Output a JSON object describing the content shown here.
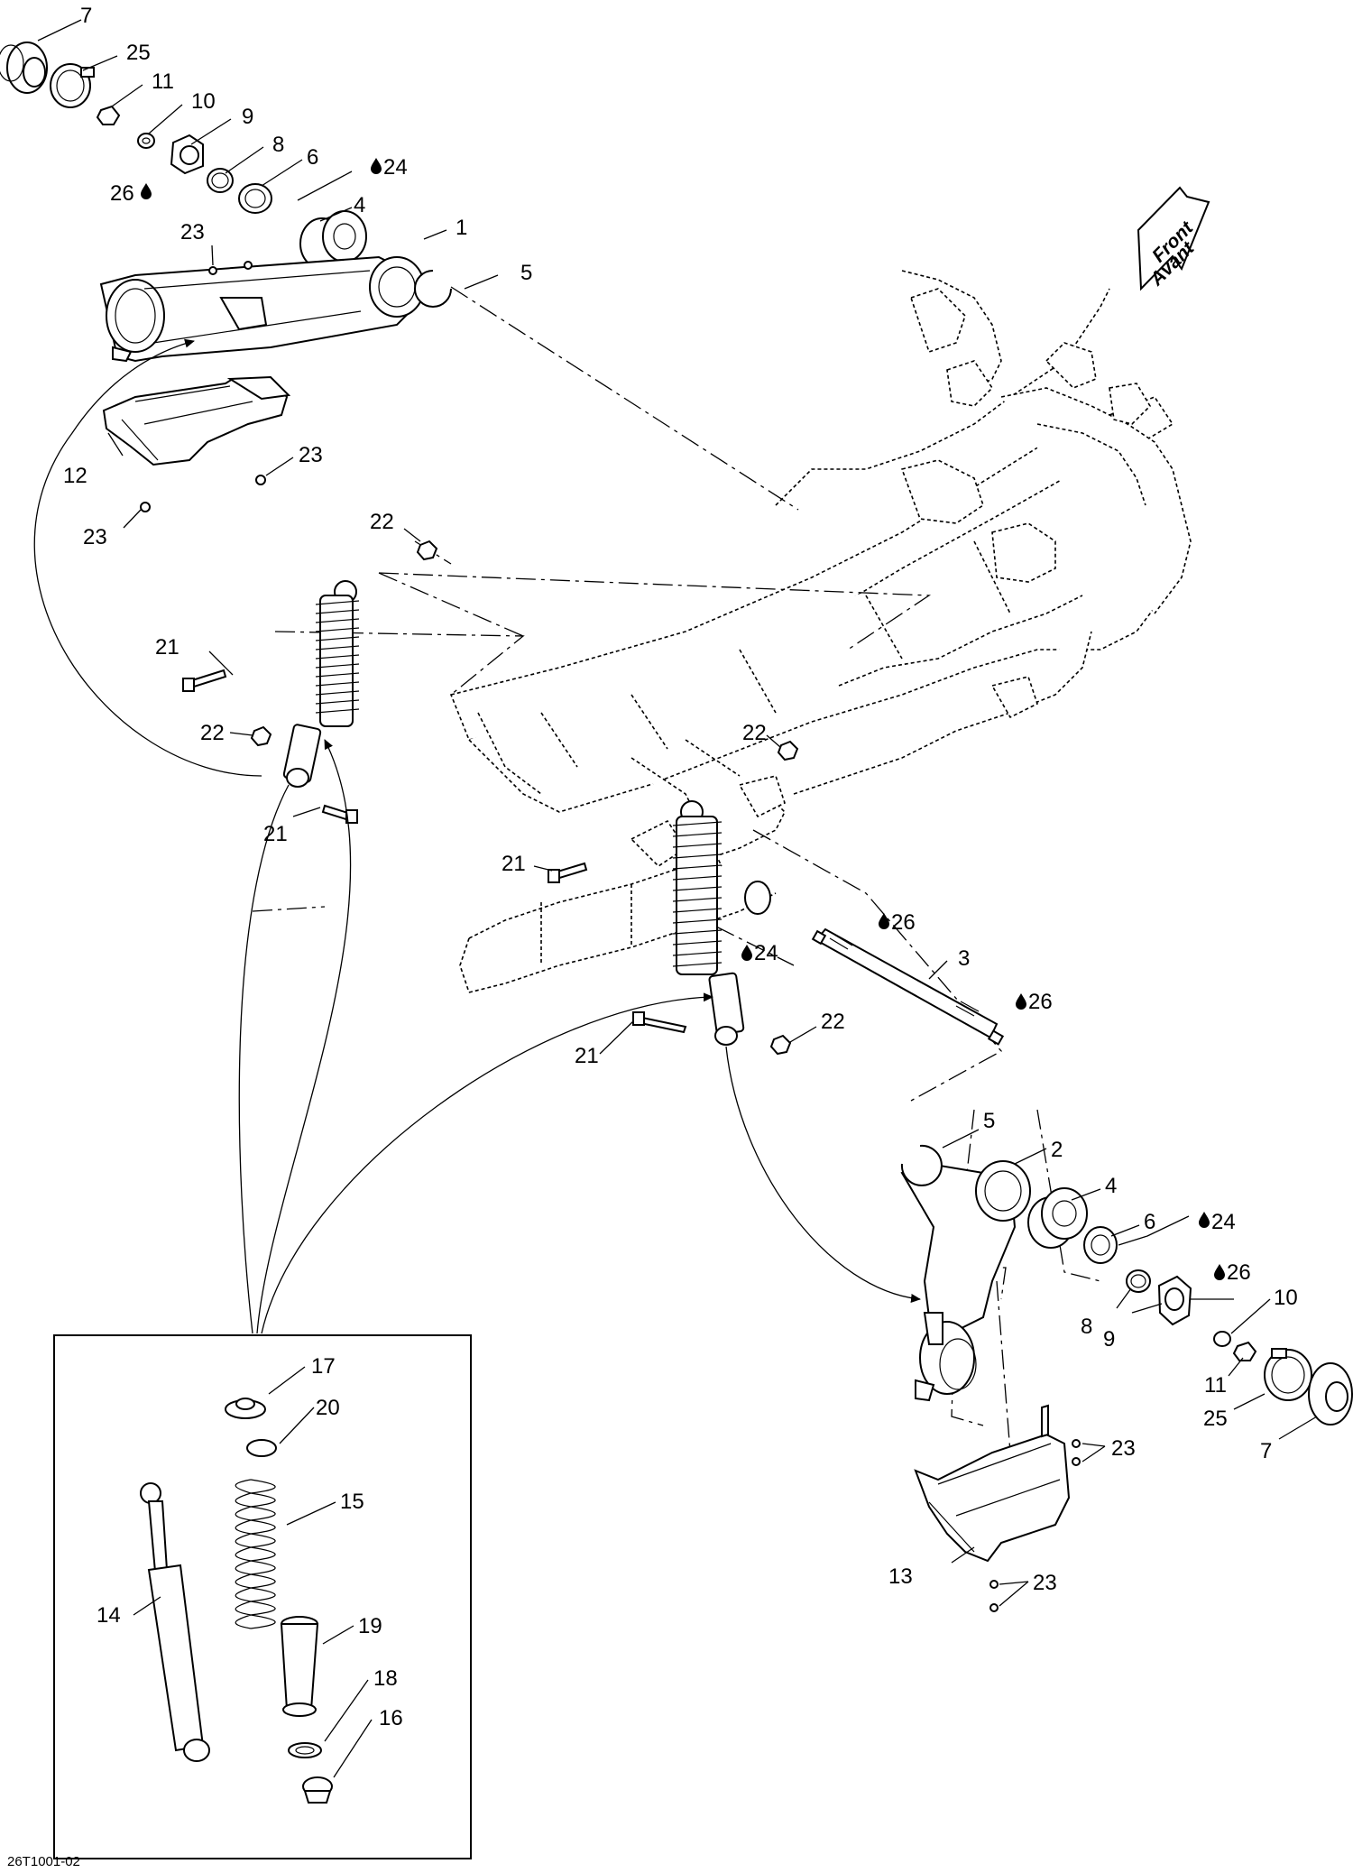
{
  "front_arrow": {
    "line1": "Front",
    "line2": "Avant"
  },
  "reference_code": "26T1001-02",
  "callouts": [
    {
      "id": "c7a",
      "text": "7"
    },
    {
      "id": "c25a",
      "text": "25"
    },
    {
      "id": "c11a",
      "text": "11"
    },
    {
      "id": "c10a",
      "text": "10"
    },
    {
      "id": "c9a",
      "text": "9"
    },
    {
      "id": "c8a",
      "text": "8"
    },
    {
      "id": "c6a",
      "text": "6"
    },
    {
      "id": "c24a",
      "text": "24"
    },
    {
      "id": "c26a",
      "text": "26"
    },
    {
      "id": "c4a",
      "text": "4"
    },
    {
      "id": "c23a",
      "text": "23"
    },
    {
      "id": "c1",
      "text": "1"
    },
    {
      "id": "c5a",
      "text": "5"
    },
    {
      "id": "c23b",
      "text": "23"
    },
    {
      "id": "c12",
      "text": "12"
    },
    {
      "id": "c23c",
      "text": "23"
    },
    {
      "id": "c22a",
      "text": "22"
    },
    {
      "id": "c21a",
      "text": "21"
    },
    {
      "id": "c22b",
      "text": "22"
    },
    {
      "id": "c21b",
      "text": "21"
    },
    {
      "id": "c22c",
      "text": "22"
    },
    {
      "id": "c21c",
      "text": "21"
    },
    {
      "id": "c26b",
      "text": "26"
    },
    {
      "id": "c24b",
      "text": "24"
    },
    {
      "id": "c3",
      "text": "3"
    },
    {
      "id": "c26c",
      "text": "26"
    },
    {
      "id": "c22d",
      "text": "22"
    },
    {
      "id": "c21d",
      "text": "21"
    },
    {
      "id": "c5b",
      "text": "5"
    },
    {
      "id": "c2",
      "text": "2"
    },
    {
      "id": "c4b",
      "text": "4"
    },
    {
      "id": "c6b",
      "text": "6"
    },
    {
      "id": "c24c",
      "text": "24"
    },
    {
      "id": "c26d",
      "text": "26"
    },
    {
      "id": "c10b",
      "text": "10"
    },
    {
      "id": "c8b",
      "text": "8"
    },
    {
      "id": "c9b",
      "text": "9"
    },
    {
      "id": "c11b",
      "text": "11"
    },
    {
      "id": "c25b",
      "text": "25"
    },
    {
      "id": "c7b",
      "text": "7"
    },
    {
      "id": "c23d",
      "text": "23"
    },
    {
      "id": "c13",
      "text": "13"
    },
    {
      "id": "c23e",
      "text": "23"
    },
    {
      "id": "c17",
      "text": "17"
    },
    {
      "id": "c20",
      "text": "20"
    },
    {
      "id": "c15",
      "text": "15"
    },
    {
      "id": "c14",
      "text": "14"
    },
    {
      "id": "c19",
      "text": "19"
    },
    {
      "id": "c18",
      "text": "18"
    },
    {
      "id": "c16",
      "text": "16"
    }
  ]
}
